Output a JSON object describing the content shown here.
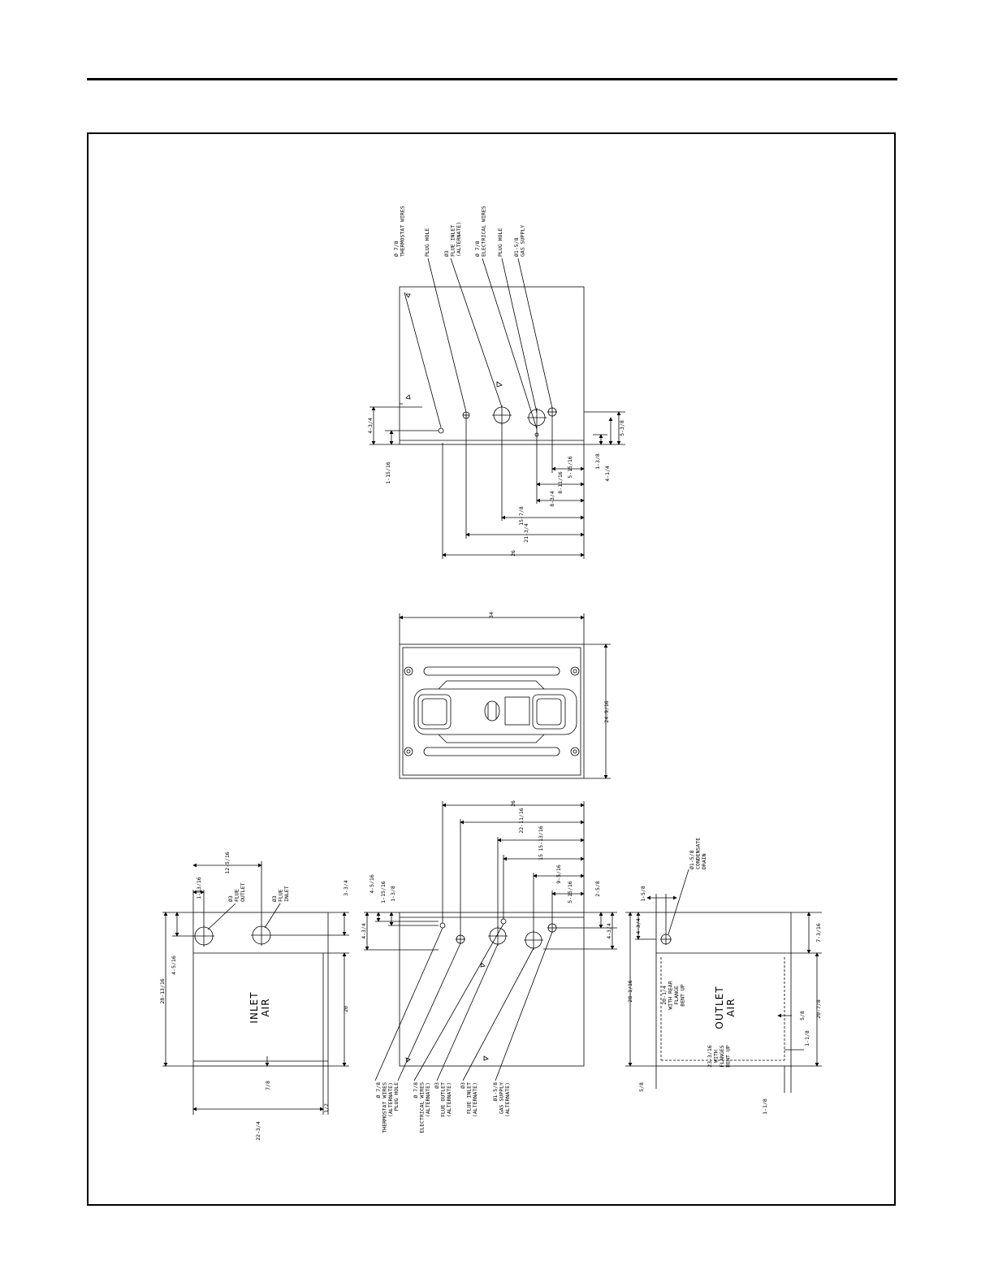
{
  "top_view": {
    "callouts": [
      "Ø 7/8\nTHERMOSTAT WIRES",
      "PLUG HOLE",
      "Ø3\nFLUE INLET\n(ALTERNATE)",
      "Ø 7/8\nELECTRICAL WIRES",
      "PLUG HOLE",
      "Ø1-5/8\nGAS SUPPLY"
    ],
    "dims": {
      "d_4_3_4": "4-3/4",
      "d_1_15_16": "1-15/16",
      "d_5_3_8": "5-3/8",
      "d_1_3_8": "1-3/8",
      "d_4_1_4": "4-1/4",
      "d_5_15_16": "5-15/16",
      "d_8_11_16": "8-11/16",
      "d_8_3_4": "8-3/4",
      "d_15_7_8": "15-7/8",
      "d_21_3_4": "21-3/4",
      "d_26": "26"
    }
  },
  "mid_view": {
    "dims": {
      "width": "34",
      "height": "24-9/16"
    }
  },
  "inlet_view": {
    "label": "INLET\nAIR",
    "callouts": [
      "Ø3\nFLUE\nOUTLET",
      "Ø3\nFLUE\nINLET"
    ],
    "dims": {
      "d_1_13_16": "1-13/16",
      "d_12_5_16": "12-5/16",
      "d_3_3_4": "3-3/4",
      "d_4_5_16": "4-5/16",
      "d_28_13_16": "28-13/16",
      "d_20": "20",
      "d_7_8": "7/8",
      "d_22_3_4": "22-3/4",
      "d_1_2": "1/2"
    }
  },
  "side_view": {
    "callouts": [
      "Ø 7/8\nTHERMOSTAT WIRES\n(ALTERNATE)",
      "PLUG HOLE",
      "Ø 7/8\nELECTRICAL WIRES\n(ALTERNATE)",
      "Ø3\nFLUE OUTLET\n(ALTERNATE)",
      "Ø3\nFLUE INLET\n(ALTERNATE)",
      "Ø1-5/8\nGAS SUPPLY\n(ALTERNATE)"
    ],
    "dims": {
      "d_26": "26",
      "d_22_11_16": "22-11/16",
      "d_15_13_16": "15-13/16",
      "d_15": "15",
      "d_9_5_16": "9-5/16",
      "d_5_15_16": "5-15/16",
      "d_2_5_8": "2-5/8",
      "d_4_5_16": "4-5/16",
      "d_1_15_16": "1-15/16",
      "d_1_3_8": "1-3/8",
      "d_4_3_4_l": "4-3/4",
      "d_4_3_4_r": "4-3/4"
    }
  },
  "outlet_view": {
    "label": "OUTLET\nAIR",
    "callouts": [
      "Ø1-5/8\nCONDENSATE\nDRAIN"
    ],
    "notes": [
      "20-1/4\nWITH REAR\nFLANGE\nBENT UP",
      "23-3/16\nWITH\nFLANGES\nBENT UP"
    ],
    "dims": {
      "d_1_5_8": "1-5/8",
      "d_4_3_4": "4-3/4",
      "d_28_1_16": "28-1/16",
      "d_7_3_16": "7-3/16",
      "d_20_7_8": "20-7/8",
      "d_5_8_r": "5/8",
      "d_1_1_8_r": "1-1/8",
      "d_5_8_b": "5/8",
      "d_1_1_8_b": "1-1/8"
    }
  },
  "colors": {
    "ink": "#000000",
    "paper": "#ffffff"
  }
}
